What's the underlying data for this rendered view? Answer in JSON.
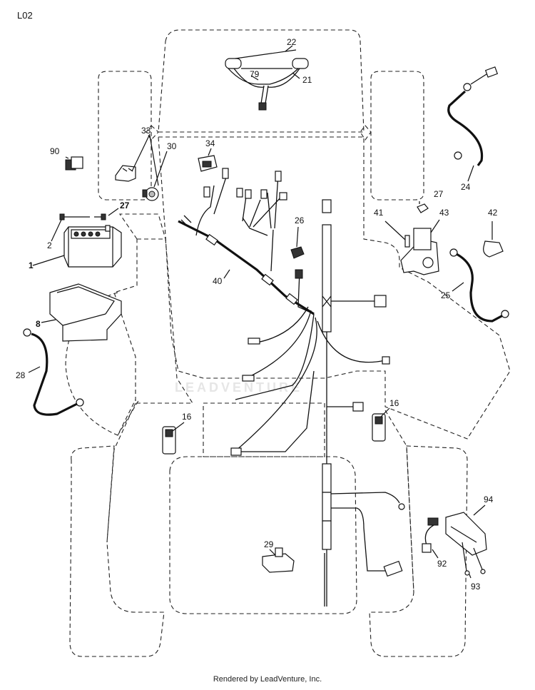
{
  "diagram_code": "L02",
  "footer": "Rendered by LeadVenture, Inc.",
  "watermark": "LEADVENTURE",
  "callouts": {
    "c22": "22",
    "c79": "79",
    "c21": "21",
    "c33": "33",
    "c30": "30",
    "c34": "34",
    "c90": "90",
    "c27a": "27",
    "c2": "2",
    "c1": "1",
    "c26": "26",
    "c40": "40",
    "c8": "8",
    "c28": "28",
    "c16a": "16",
    "c16b": "16",
    "c29": "29",
    "c24": "24",
    "c27b": "27",
    "c41": "41",
    "c43": "43",
    "c42": "42",
    "c25": "25",
    "c94": "94",
    "c92": "92",
    "c93": "93"
  }
}
